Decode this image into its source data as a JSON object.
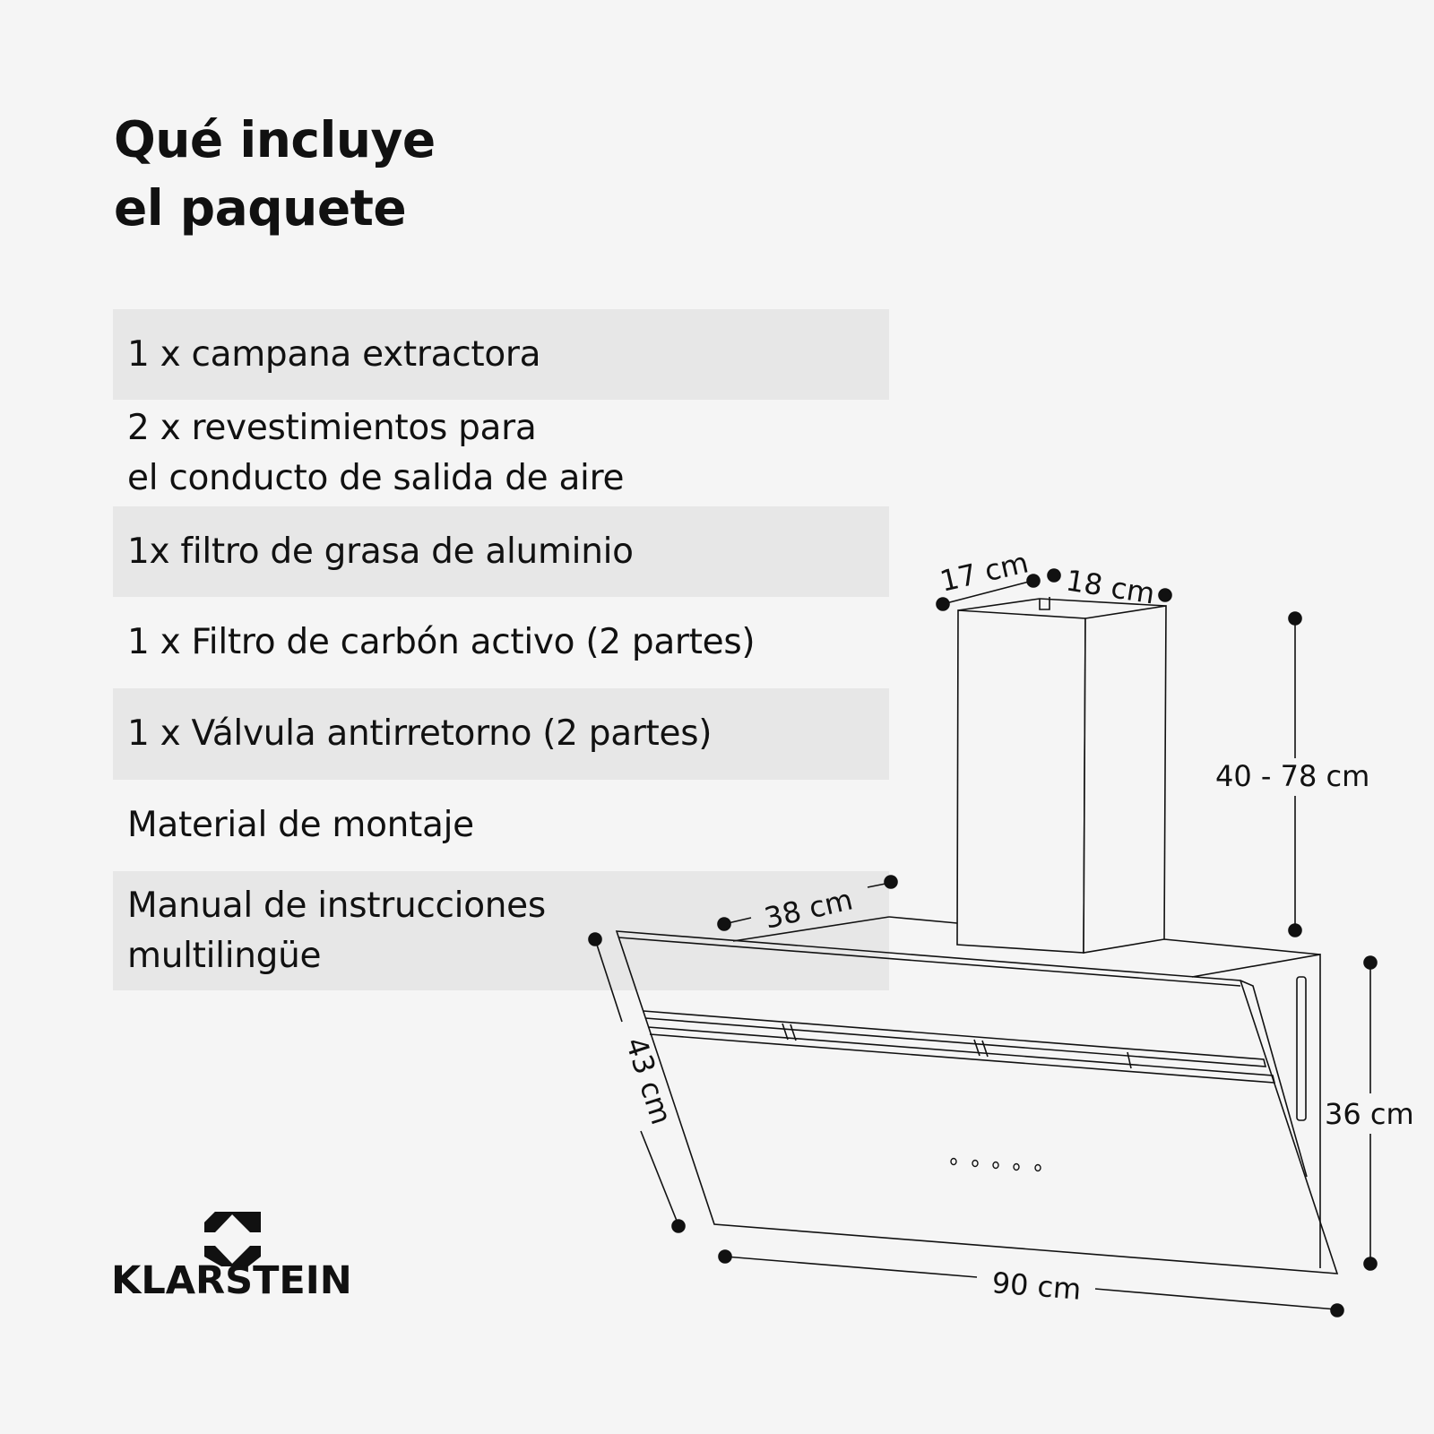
{
  "title": {
    "line1": "Qué incluye",
    "line2": "el paquete"
  },
  "items": [
    "1 x campana extractora",
    "2 x revestimientos para",
    "el conducto de salida de aire",
    "1x filtro de grasa de aluminio",
    "1 x Filtro de carbón activo (2 partes)",
    "1 x Válvula antirretorno (2 partes)",
    "Material de montaje",
    "Manual de instrucciones",
    "multilingüe"
  ],
  "dimensions": {
    "chimney_depth": "17 cm",
    "chimney_width": "18 cm",
    "chimney_height": "40 - 78 cm",
    "body_depth": "38 cm",
    "glass_height": "43 cm",
    "body_height": "36 cm",
    "width": "90 cm"
  },
  "brand": {
    "name": "KLARSTEIN"
  }
}
